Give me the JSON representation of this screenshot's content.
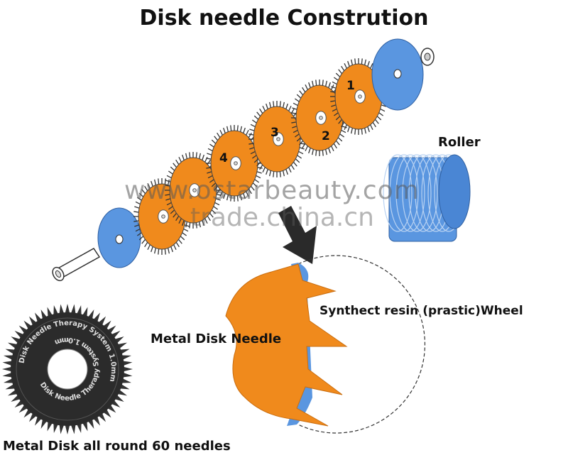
{
  "diagram": {
    "title": "Disk needle Constrution",
    "roller_label": "Roller",
    "wheel_label": "Synthect resin (prastic)Wheel",
    "needle_label": "Metal  Disk Needle",
    "bottom_caption": "Metal Disk all round 60 needles",
    "disk_numbers": [
      "1",
      "2",
      "3",
      "4"
    ],
    "disk_ring_text": "Disk Needle Therapy System 1.0mm",
    "disk_ring_text_inner": "Disk Needle Therapy System 1.0mm"
  },
  "watermark": {
    "line1": "www.ostarbeauty.com",
    "line2": "trade.china.cn"
  },
  "colors": {
    "orange": "#F08A1C",
    "blue": "#5A96E0",
    "dark_disk": "#2b2b2b"
  }
}
